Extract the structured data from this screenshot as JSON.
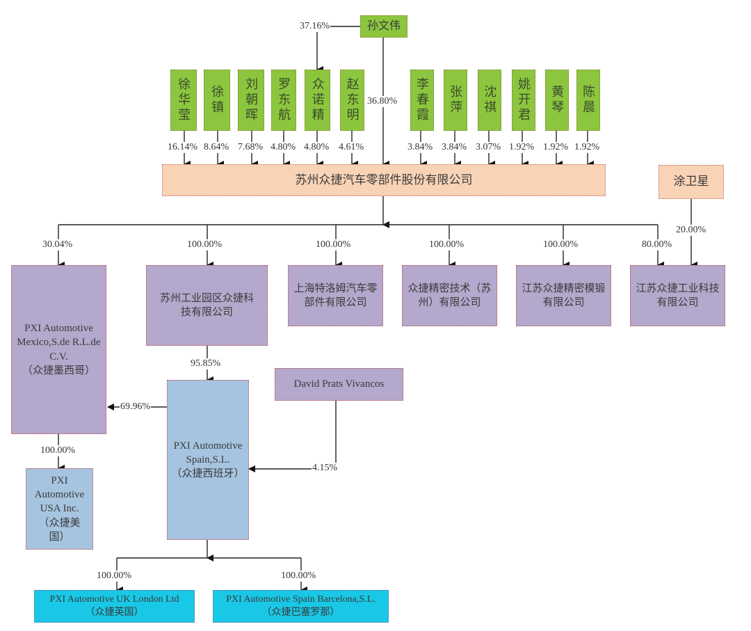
{
  "top_holder": {
    "name": "孙文伟",
    "to_zhongnuojing": "37.16%",
    "to_company": "36.80%"
  },
  "shareholders": [
    {
      "name": "徐华莹",
      "pct": "16.14%"
    },
    {
      "name": "徐镇",
      "pct": "8.64%"
    },
    {
      "name": "刘朝晖",
      "pct": "7.68%"
    },
    {
      "name": "罗东航",
      "pct": "4.80%"
    },
    {
      "name": "众诺精",
      "pct": "4.80%"
    },
    {
      "name": "赵东明",
      "pct": "4.61%"
    },
    {
      "name": "李春霞",
      "pct": "3.84%"
    },
    {
      "name": "张萍",
      "pct": "3.84%"
    },
    {
      "name": "沈祺",
      "pct": "3.07%"
    },
    {
      "name": "姚开君",
      "pct": "1.92%"
    },
    {
      "name": "黄琴",
      "pct": "1.92%"
    },
    {
      "name": "陈晨",
      "pct": "1.92%"
    }
  ],
  "company": {
    "name": "苏州众捷汽车零部件股份有限公司"
  },
  "other_holder": {
    "name": "涂卫星",
    "pct": "20.00%"
  },
  "subsidiaries": [
    {
      "name": "PXI Automotive Mexico,S.de R.L.de C.V.",
      "cn": "（众捷墨西哥）",
      "pct": "30.04%"
    },
    {
      "name": "苏州工业园区众捷科技有限公司",
      "pct": "100.00%"
    },
    {
      "name": "上海特洛姆汽车零部件有限公司",
      "pct": "100.00%"
    },
    {
      "name": "众捷精密技术（苏州）有限公司",
      "pct": "100.00%"
    },
    {
      "name": "江苏众捷精密模锻有限公司",
      "pct": "100.00%"
    },
    {
      "name": "江苏众捷工业科技有限公司",
      "pct": "80.00%"
    }
  ],
  "spain": {
    "name": "PXI Automotive Spain,S.L.",
    "cn": "（众捷西班牙）",
    "pct_from_suzhou": "95.85%",
    "pct_to_mexico": "69.96%"
  },
  "david": {
    "name": "David Prats Vivancos",
    "pct": "4.15%"
  },
  "usa": {
    "name": "PXI Automotive USA Inc.",
    "cn": "（众捷美国）",
    "pct": "100.00%"
  },
  "uk": {
    "name": "PXI Automotive UK London Ltd",
    "cn": "（众捷英国）",
    "pct": "100.00%"
  },
  "barcelona": {
    "name": "PXI Automotive Spain Barcelona,S.L.",
    "cn": "（众捷巴塞罗那）",
    "pct": "100.00%"
  }
}
